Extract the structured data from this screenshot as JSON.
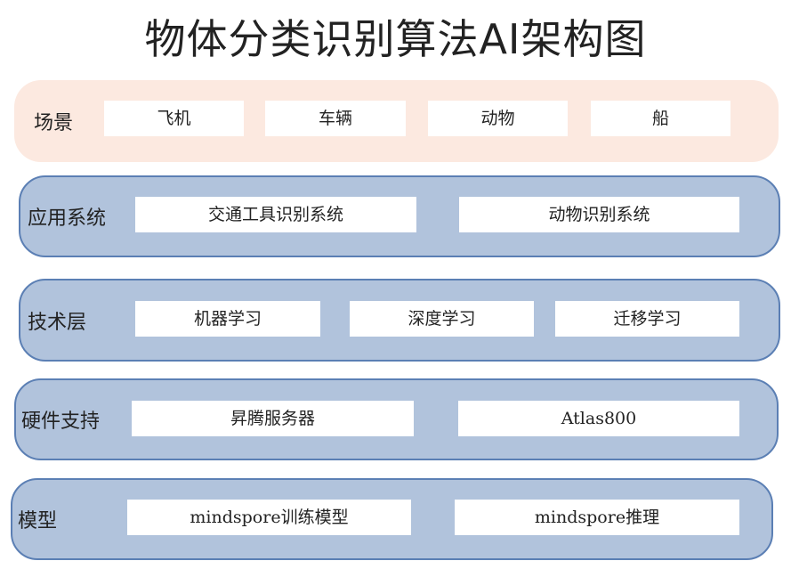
{
  "title": "物体分类识别算法AI架构图",
  "layers": [
    {
      "label": "场景",
      "items": [
        "飞机",
        "车辆",
        "动物",
        "船"
      ]
    },
    {
      "label": "应用系统",
      "items": [
        "交通工具识别系统",
        "动物识别系统"
      ]
    },
    {
      "label": "技术层",
      "items": [
        "机器学习",
        "深度学习",
        "迁移学习"
      ]
    },
    {
      "label": "硬件支持",
      "items": [
        "昇腾服务器",
        "Atlas800"
      ]
    },
    {
      "label": "模型",
      "items": [
        "mindspore训练模型",
        "mindspore推理"
      ]
    }
  ],
  "colors": {
    "scene_bg": "#fce9e0",
    "layer_bg": "#b1c3dc",
    "layer_border": "#5b7fb4"
  }
}
